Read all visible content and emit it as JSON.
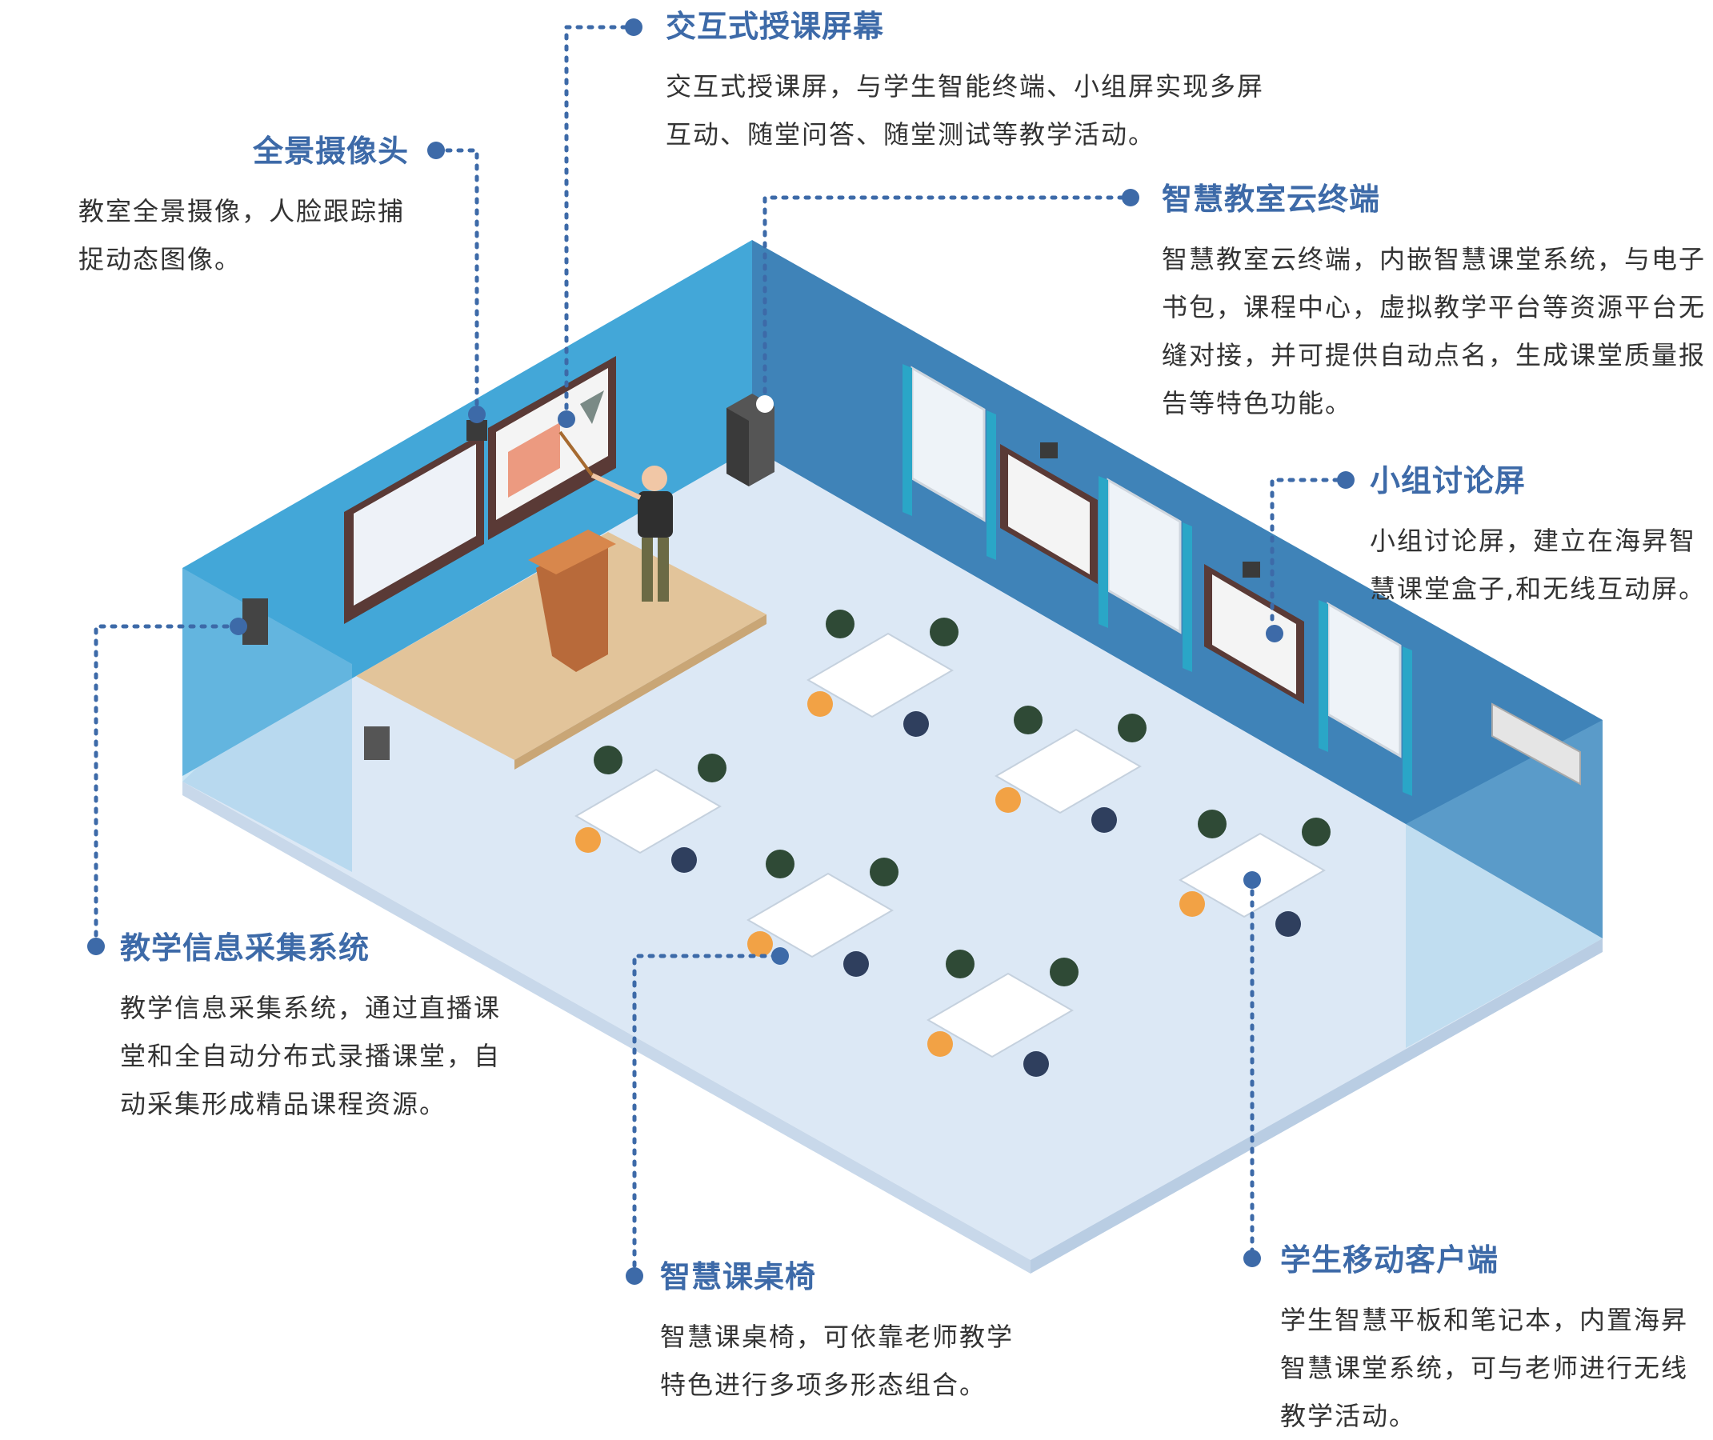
{
  "colors": {
    "accent": "#3d6aa8",
    "text": "#333333",
    "wall_left": "#43a7d8",
    "wall_back": "#3f83b8",
    "floor": "#dce8f5",
    "floor_edge": "#b9cde3",
    "stage": "#e2c49a",
    "glass": "#8cc8e8"
  },
  "callouts": {
    "interactive_screen": {
      "title": "交互式授课屏幕",
      "lines": [
        "交互式授课屏，与学生智能终端、小组屏实现多屏",
        "互动、随堂问答、随堂测试等教学活动。"
      ]
    },
    "panoramic_camera": {
      "title": "全景摄像头",
      "lines": [
        "教室全景摄像，人脸跟踪捕",
        "捉动态图像。"
      ]
    },
    "cloud_terminal": {
      "title": "智慧教室云终端",
      "lines": [
        "智慧教室云终端，内嵌智慧课堂系统，与电子",
        "书包，课程中心，虚拟教学平台等资源平台无",
        "缝对接，并可提供自动点名，生成课堂质量报",
        "告等特色功能。"
      ]
    },
    "group_screen": {
      "title": "小组讨论屏",
      "lines": [
        "小组讨论屏，建立在海昇智",
        "慧课堂盒子,和无线互动屏。"
      ]
    },
    "info_collection": {
      "title": "教学信息采集系统",
      "lines": [
        "教学信息采集系统，通过直播课",
        "堂和全自动分布式录播课堂，自",
        "动采集形成精品课程资源。"
      ]
    },
    "smart_desks": {
      "title": "智慧课桌椅",
      "lines": [
        "智慧课桌椅，可依靠老师教学",
        "特色进行多项多形态组合。"
      ]
    },
    "mobile_client": {
      "title": "学生移动客户端",
      "lines": [
        "学生智慧平板和笔记本，内置海昇",
        "智慧课堂系统，可与老师进行无线",
        "教学活动。"
      ]
    }
  }
}
